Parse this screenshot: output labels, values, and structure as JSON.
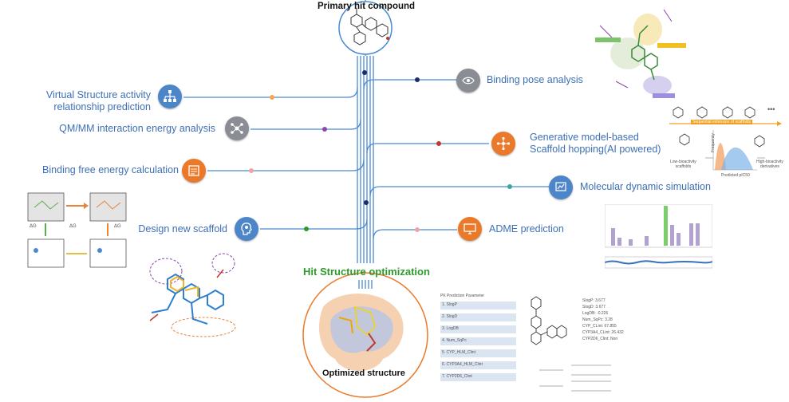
{
  "header": {
    "primary": "Primary hit compound"
  },
  "center": {
    "optimization": "Hit Structure optimization",
    "optimized": "Optimized structure"
  },
  "left_items": [
    {
      "label": "Virtual Structure activity relationship\nprediction",
      "icon": "sitemap-icon"
    },
    {
      "label": "QM/MM interaction energy analysis",
      "icon": "network-icon"
    },
    {
      "label": "Binding free energy calculation",
      "icon": "calculator-icon"
    },
    {
      "label": "Design new scaffold",
      "icon": "brain-head-icon"
    }
  ],
  "right_items": [
    {
      "label": "Binding pose analysis",
      "icon": "eye-scan-icon"
    },
    {
      "label": "Generative model-based\nScaffold hopping(AI powered)",
      "icon": "share-nodes-icon"
    },
    {
      "label": "Molecular dynamic simulation",
      "icon": "chart-hand-icon"
    },
    {
      "label": "ADME prediction",
      "icon": "monitor-icon"
    }
  ],
  "scaffold_panel": {
    "top": "Sequential extension of scaffolds",
    "low": "Low-bioactivity\nscaffolds",
    "high": "High-bioactivity\nderivatives",
    "xlabel": "Predicted pIC50",
    "ylabel": "Frequency",
    "dots": "•••"
  },
  "adme": {
    "header": "PK Prediction Parameter",
    "rows": [
      "1. SlogP",
      "2. SlogD",
      "3. LogDB",
      "4. Num_SqPc",
      "5. CYP_HLM_Clint",
      "6. CYP3A4_HLM_Clint",
      "7. CYP2D6_Clint"
    ],
    "values": [
      "SlogP: 3.677",
      "SlogD: 3.677",
      "LogDB: -0.226",
      "Num_SqPc: 3.28",
      "CYP_CLint: 67.855",
      "CYP3A4_CLint: 26.432",
      "CYP2D6_Clint: Non"
    ]
  },
  "energy_panel": {
    "g_complex": "ΔG",
    "g_receptor": "ΔG",
    "g_ligand": "ΔG"
  },
  "colors": {
    "line": "#4a8ad2",
    "label": "#3d6fb6",
    "green": "#2e9a2e",
    "orange": "#ea7a2a"
  }
}
